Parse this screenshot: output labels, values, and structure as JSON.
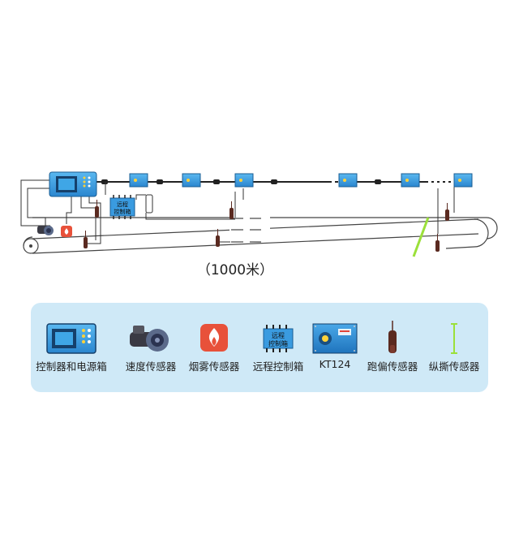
{
  "diagram": {
    "distance_label": "（1000米）",
    "remote_box_text_line1": "远程",
    "remote_box_text_line2": "控制箱"
  },
  "legend": {
    "items": [
      {
        "label": "控制器和电源箱",
        "icon": "controller-icon"
      },
      {
        "label": "速度传感器",
        "icon": "speed-sensor-icon"
      },
      {
        "label": "烟雾传感器",
        "icon": "smoke-sensor-icon"
      },
      {
        "label": "远程控制箱",
        "icon": "remote-control-box-icon"
      },
      {
        "label": "KT124",
        "icon": "kt124-icon"
      },
      {
        "label": "跑偏传感器",
        "icon": "deviation-sensor-icon"
      },
      {
        "label": "纵撕传感器",
        "icon": "tear-sensor-icon"
      }
    ],
    "remote_box_text_line1": "远程",
    "remote_box_text_line2": "控制箱"
  },
  "colors": {
    "device_blue": "#2f8fd8",
    "legend_bg": "#cfe9f7",
    "smoke_red": "#e8513a",
    "tear_green": "#9be03a",
    "sensor_dark": "#5a2a20"
  }
}
